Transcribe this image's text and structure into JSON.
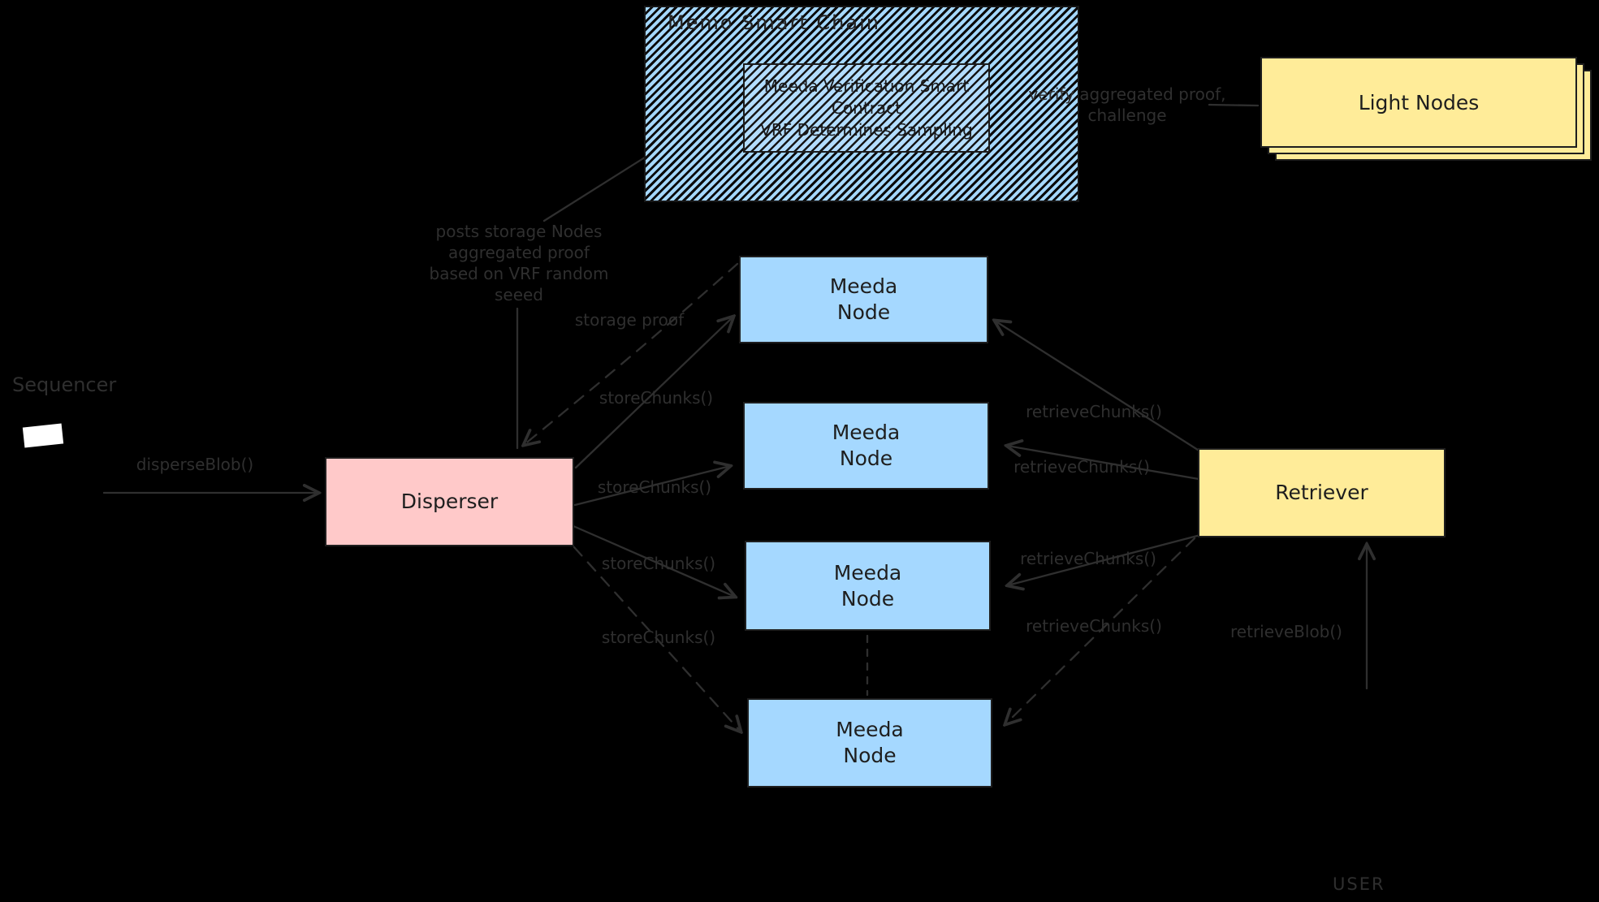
{
  "colors": {
    "bg": "#000000",
    "ink": "#2f2f2f",
    "box_text": "#1e1e1e",
    "node_blue": "#a5d8ff",
    "pink": "#ffc9c9",
    "yellow": "#ffec99",
    "white": "#ffffff"
  },
  "chain": {
    "title": "Memo Smart Chain",
    "contract": {
      "line1": "Meeda Verification Smart",
      "line2": "Contract",
      "line3": "VRF Determines Sampling"
    }
  },
  "light_nodes": {
    "label": "Light Nodes"
  },
  "sequencer": {
    "label": "Sequencer"
  },
  "disperser": {
    "label": "Disperser"
  },
  "retriever": {
    "label": "Retriever"
  },
  "user": {
    "label": "USER"
  },
  "meeda_nodes": [
    {
      "line1": "Meeda",
      "line2": "Node"
    },
    {
      "line1": "Meeda",
      "line2": "Node"
    },
    {
      "line1": "Meeda",
      "line2": "Node"
    },
    {
      "line1": "Meeda",
      "line2": "Node"
    }
  ],
  "edge_labels": {
    "disperse_blob": "disperseBlob()",
    "verify": {
      "line1": "verify aggregated proof,",
      "line2": "challenge"
    },
    "posts": {
      "line1": "posts storage Nodes",
      "line2": "aggregated proof",
      "line3": "based on VRF random",
      "line4": "seeed"
    },
    "storage_proof": "storage proof",
    "store_chunks": [
      "storeChunks()",
      "storeChunks()",
      "storeChunks()",
      "storeChunks()"
    ],
    "retrieve_chunks": [
      "retrieveChunks()",
      "retrieveChunks()",
      "retrieveChunks()",
      "retrieveChunks()"
    ],
    "retrieve_blob": "retrieveBlob()"
  }
}
